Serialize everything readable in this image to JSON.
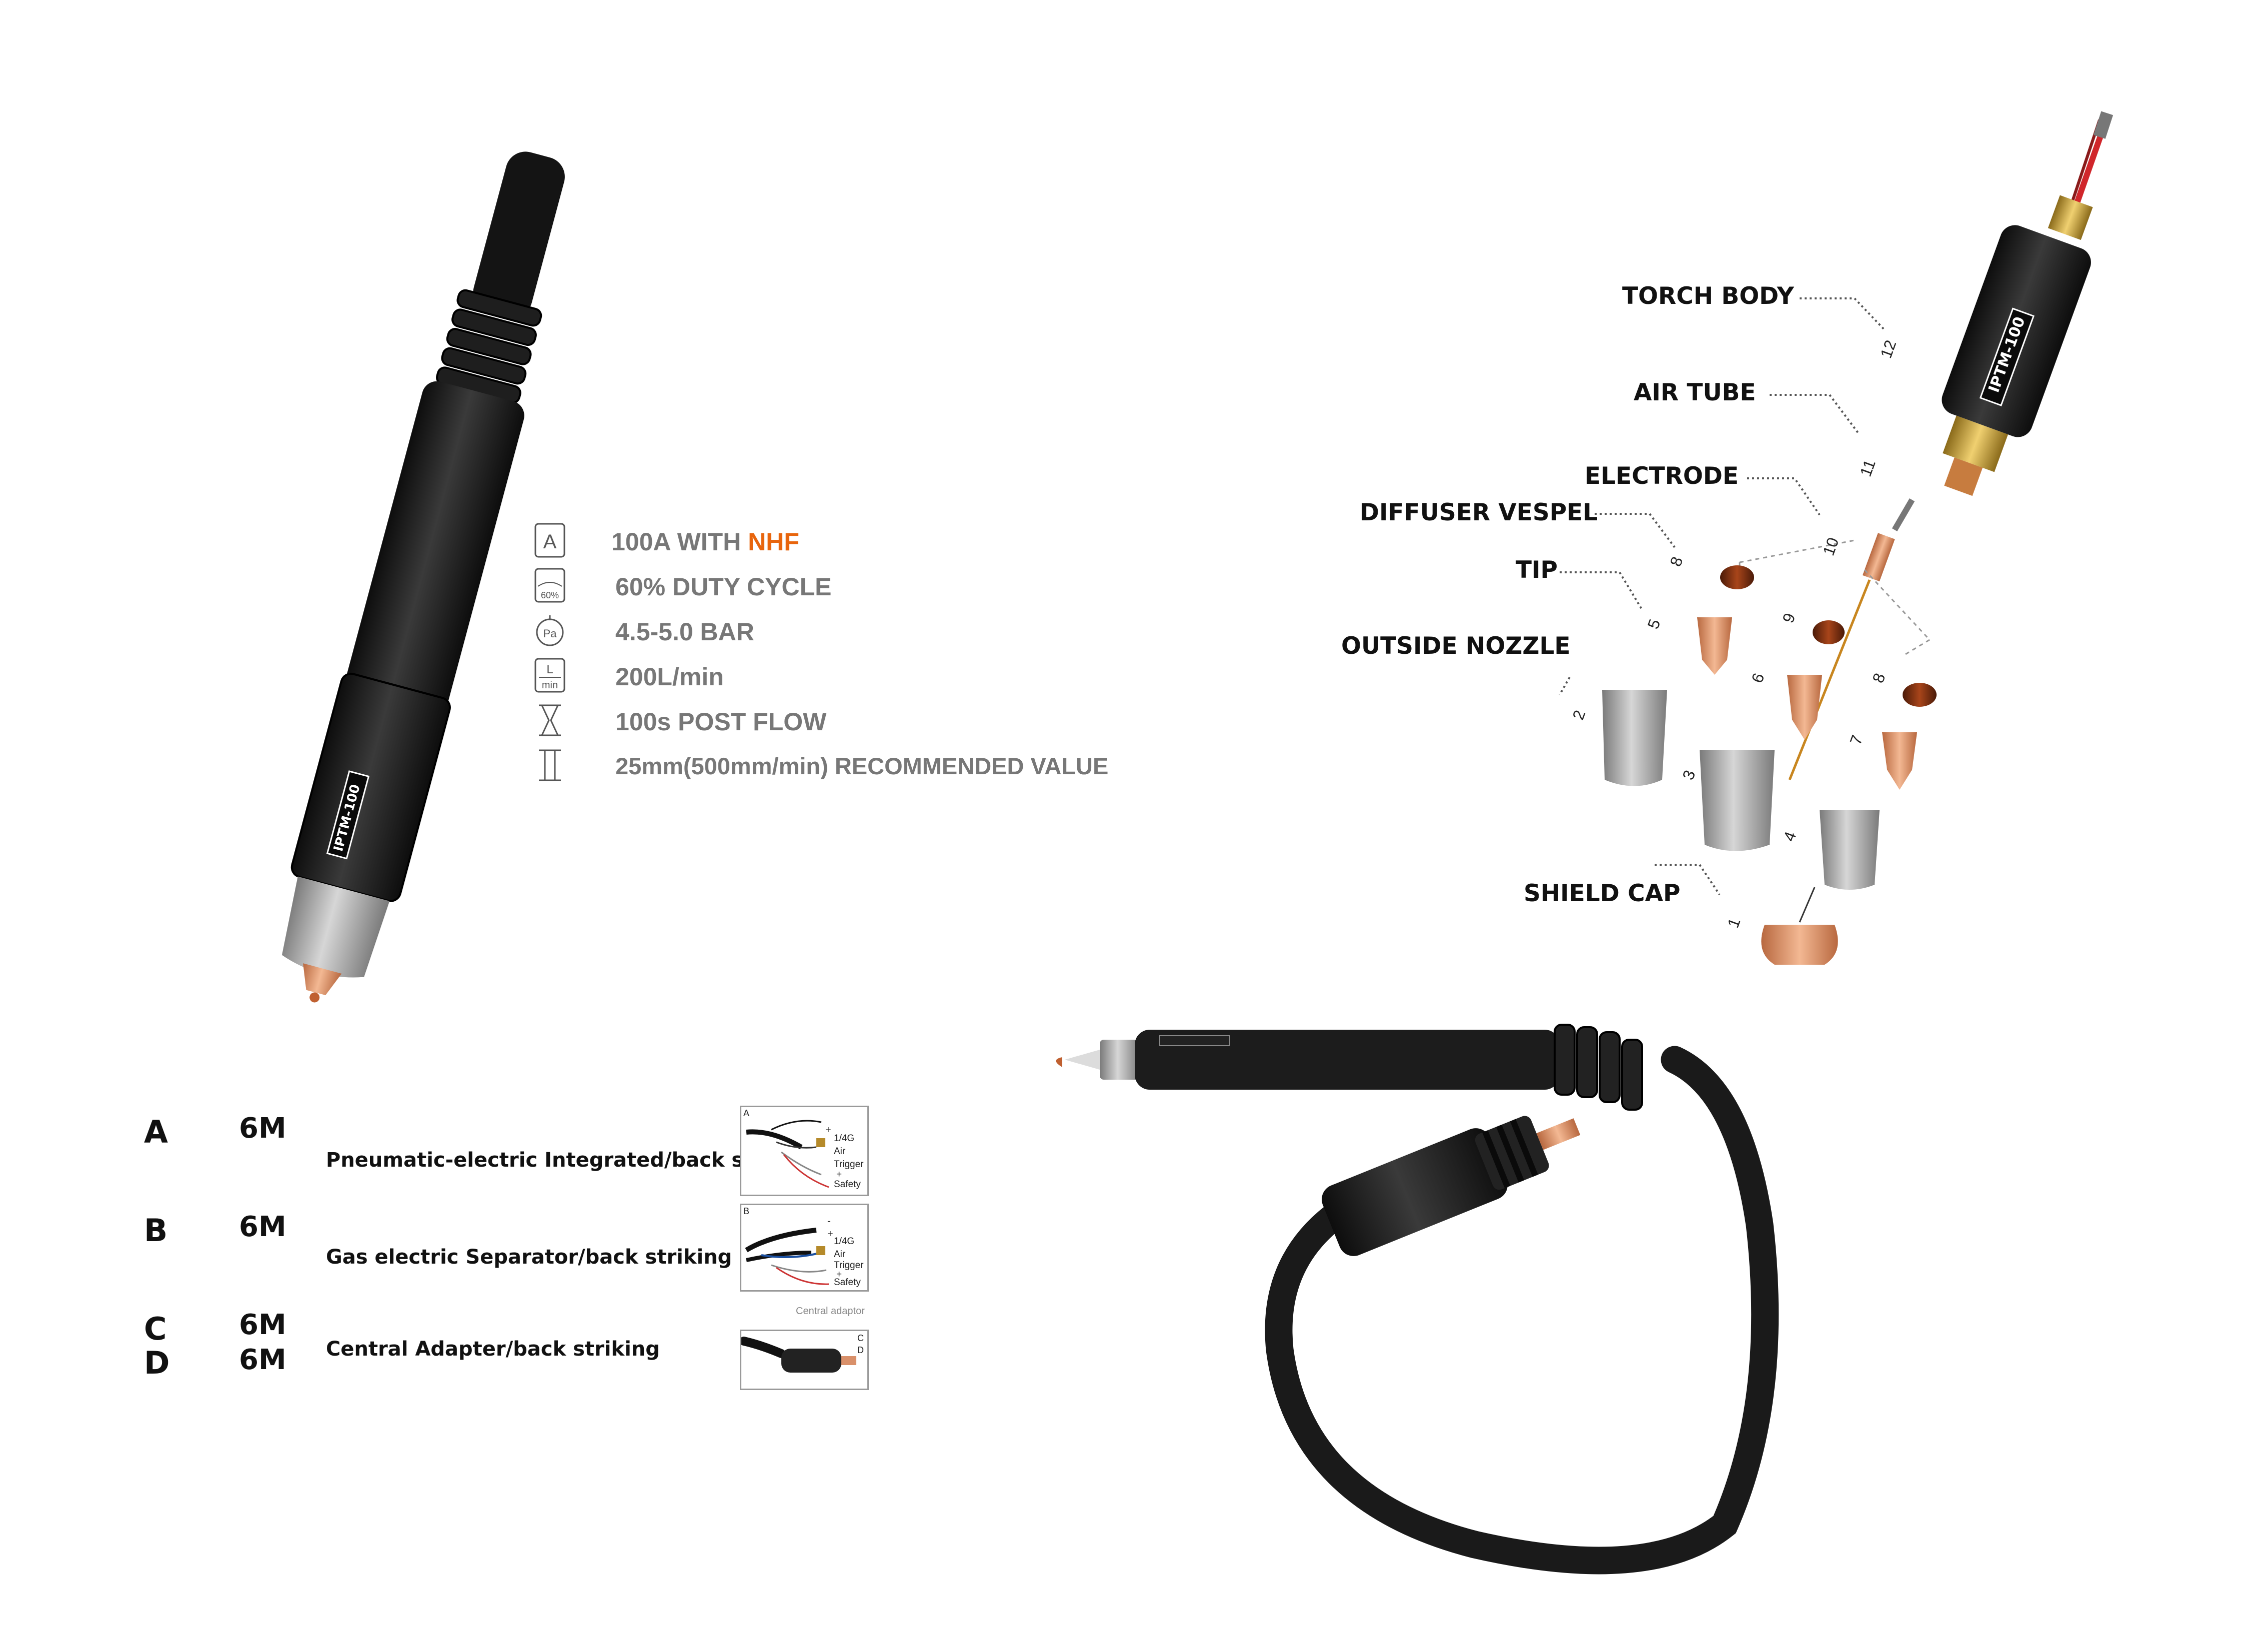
{
  "product_model": "IPTM-100",
  "specs": [
    {
      "icon": "ampere-icon",
      "text": "100A WITH ",
      "accent": "NHF"
    },
    {
      "icon": "duty-cycle-icon",
      "text": "60% DUTY CYCLE",
      "icon_text": "60%"
    },
    {
      "icon": "pressure-gauge-icon",
      "text": "4.5-5.0 BAR",
      "icon_text": "Pa"
    },
    {
      "icon": "flow-rate-icon",
      "text": "200L/min",
      "icon_text_top": "L",
      "icon_text_bottom": "min"
    },
    {
      "icon": "hourglass-icon",
      "text": "100s POST FLOW"
    },
    {
      "icon": "thickness-icon",
      "text": "25mm(500mm/min) RECOMMENDED VALUE"
    }
  ],
  "icon_letters": {
    "ampere": "A"
  },
  "parts": {
    "torch_body": {
      "label": "TORCH BODY",
      "number": "12"
    },
    "air_tube": {
      "label": "AIR TUBE",
      "number": "11"
    },
    "electrode": {
      "label": "ELECTRODE",
      "number": "10"
    },
    "diffuser_vespel": {
      "label": "DIFFUSER VESPEL",
      "number": "8"
    },
    "tip": {
      "label": "TIP",
      "number": "5"
    },
    "outside_nozzle": {
      "label": "OUTSIDE NOZZLE",
      "number": "2"
    },
    "shield_cap": {
      "label": "SHIELD CAP",
      "number": "1"
    },
    "extra_numbers": {
      "n9": "9",
      "n6": "6",
      "n8b": "8",
      "n7": "7",
      "n3": "3",
      "n4": "4"
    }
  },
  "cable_options": [
    {
      "letter": "A",
      "length": "6M",
      "description": "Pneumatic-electric Integrated/back striking"
    },
    {
      "letter": "B",
      "length": "6M",
      "description": "Gas electric Separator/back striking"
    },
    {
      "letter": "C",
      "length": "6M",
      "description": "Central Adapter/back striking"
    },
    {
      "letter": "D",
      "length": "6M",
      "description": ""
    }
  ],
  "thumb_a": {
    "tag": "A",
    "plus": "+",
    "labels": [
      "1/4G",
      "Air",
      "Trigger",
      "+",
      "Safety"
    ]
  },
  "thumb_b": {
    "tag": "B",
    "minus": "-",
    "plus": "+",
    "labels": [
      "1/4G",
      "Air",
      "Trigger",
      "+",
      "Safety"
    ]
  },
  "thumb_cd": {
    "tag_c": "C",
    "tag_d": "D"
  },
  "central_note": "Central adaptor",
  "colors": {
    "accent": "#e8650d",
    "spec_text": "#777777",
    "torch_black": "#1a1a1a",
    "copper": "#d9906a"
  }
}
